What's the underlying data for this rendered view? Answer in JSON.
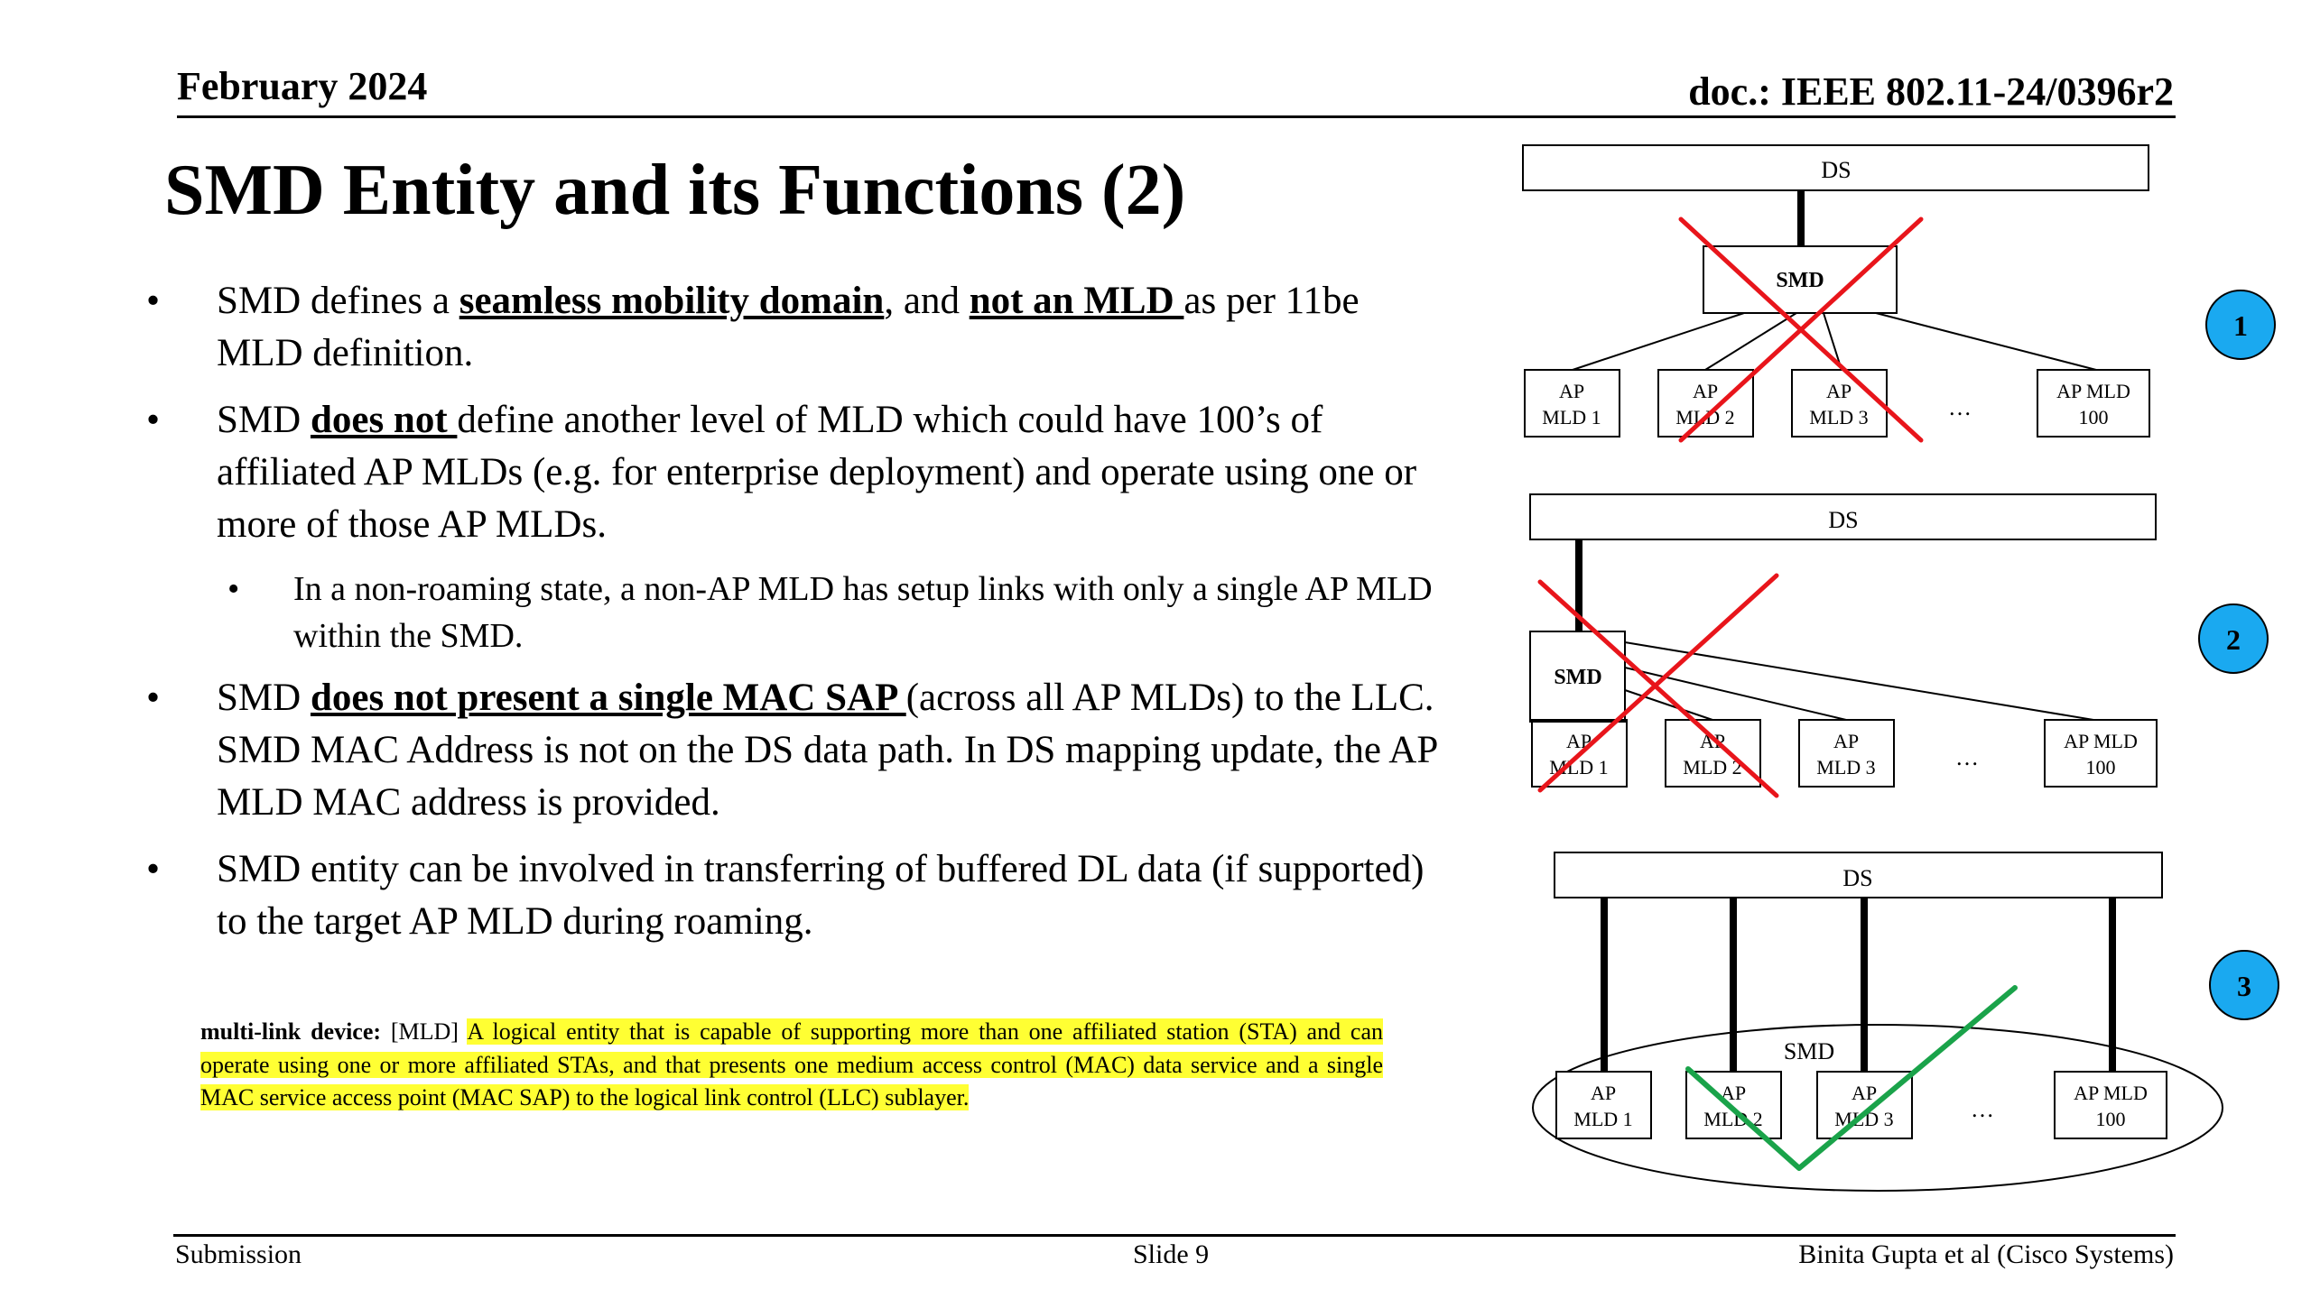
{
  "header": {
    "date": "February 2024",
    "doc": "doc.: IEEE 802.11-24/0396r2"
  },
  "title": "SMD Entity and its Functions (2)",
  "bullets": {
    "b1": {
      "t1": "SMD defines a ",
      "u1": "seamless mobility domain",
      "t2": ", and ",
      "u2": "not an MLD ",
      "t3": "as per 11be MLD definition."
    },
    "b2": {
      "t1": "SMD ",
      "u1": "does not ",
      "t2": "define another level of MLD which could have 100’s of affiliated AP MLDs (e.g. for enterprise deployment) and operate using one or more of those AP MLDs."
    },
    "b2_sub": "In a non-roaming state, a non-AP MLD has setup links with only a single AP MLD within the SMD.",
    "b3": {
      "t1": "SMD ",
      "u1": "does not present a single MAC SAP ",
      "t2": "(across all AP MLDs) to the LLC. SMD MAC Address is not on the DS data path. In DS mapping update, the AP MLD MAC address is provided."
    },
    "b4": "SMD entity can be involved in transferring of buffered DL data (if supported) to the target AP MLD during roaming."
  },
  "definition": {
    "term": "multi-link device:",
    "abbr": " [MLD] ",
    "text": "A logical entity that is capable of supporting more than one affiliated station (STA) and can operate using one or more affiliated STAs, and that presents one medium access control (MAC) data service and a single MAC service access point (MAC SAP) to the logical link control (LLC) sublayer."
  },
  "diagram": {
    "ds_label": "DS",
    "smd_label": "SMD",
    "ap_line1": "AP",
    "ap1_line2": "MLD 1",
    "ap2_line2": "MLD 2",
    "ap3_line2": "MLD 3",
    "ap100_line1": "AP MLD",
    "ap100_line2": "100",
    "ellipsis": "…",
    "badge1": "1",
    "badge2": "2",
    "badge3": "3",
    "badge_color": "#1aa9f0",
    "cross_color": "#e8151b",
    "check_color": "#1aa34a"
  },
  "footer": {
    "left": "Submission",
    "center": "Slide 9",
    "right": "Binita Gupta et al (Cisco Systems)"
  }
}
